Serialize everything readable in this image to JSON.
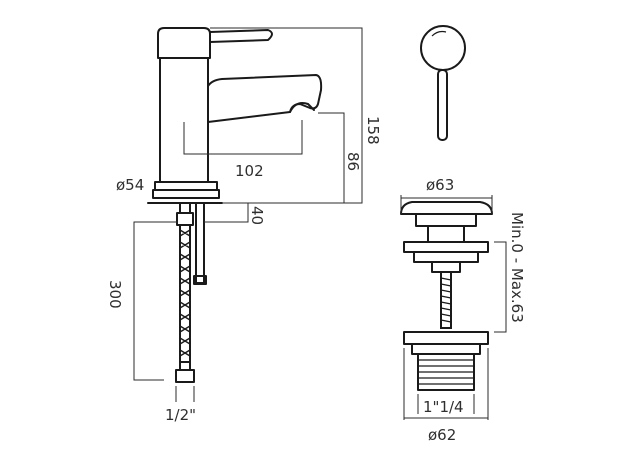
{
  "dimensions": {
    "height": "158",
    "spout_height": "86",
    "reach": "102",
    "base_diameter": "ø54",
    "deck_thickness": "40",
    "hose_length": "300",
    "hose_thread": "1/2\"",
    "waste_cap_diameter": "ø63",
    "waste_flange_diameter": "ø62",
    "waste_thread": "1\"1/4",
    "waste_range": "Min.0 - Max.63"
  }
}
